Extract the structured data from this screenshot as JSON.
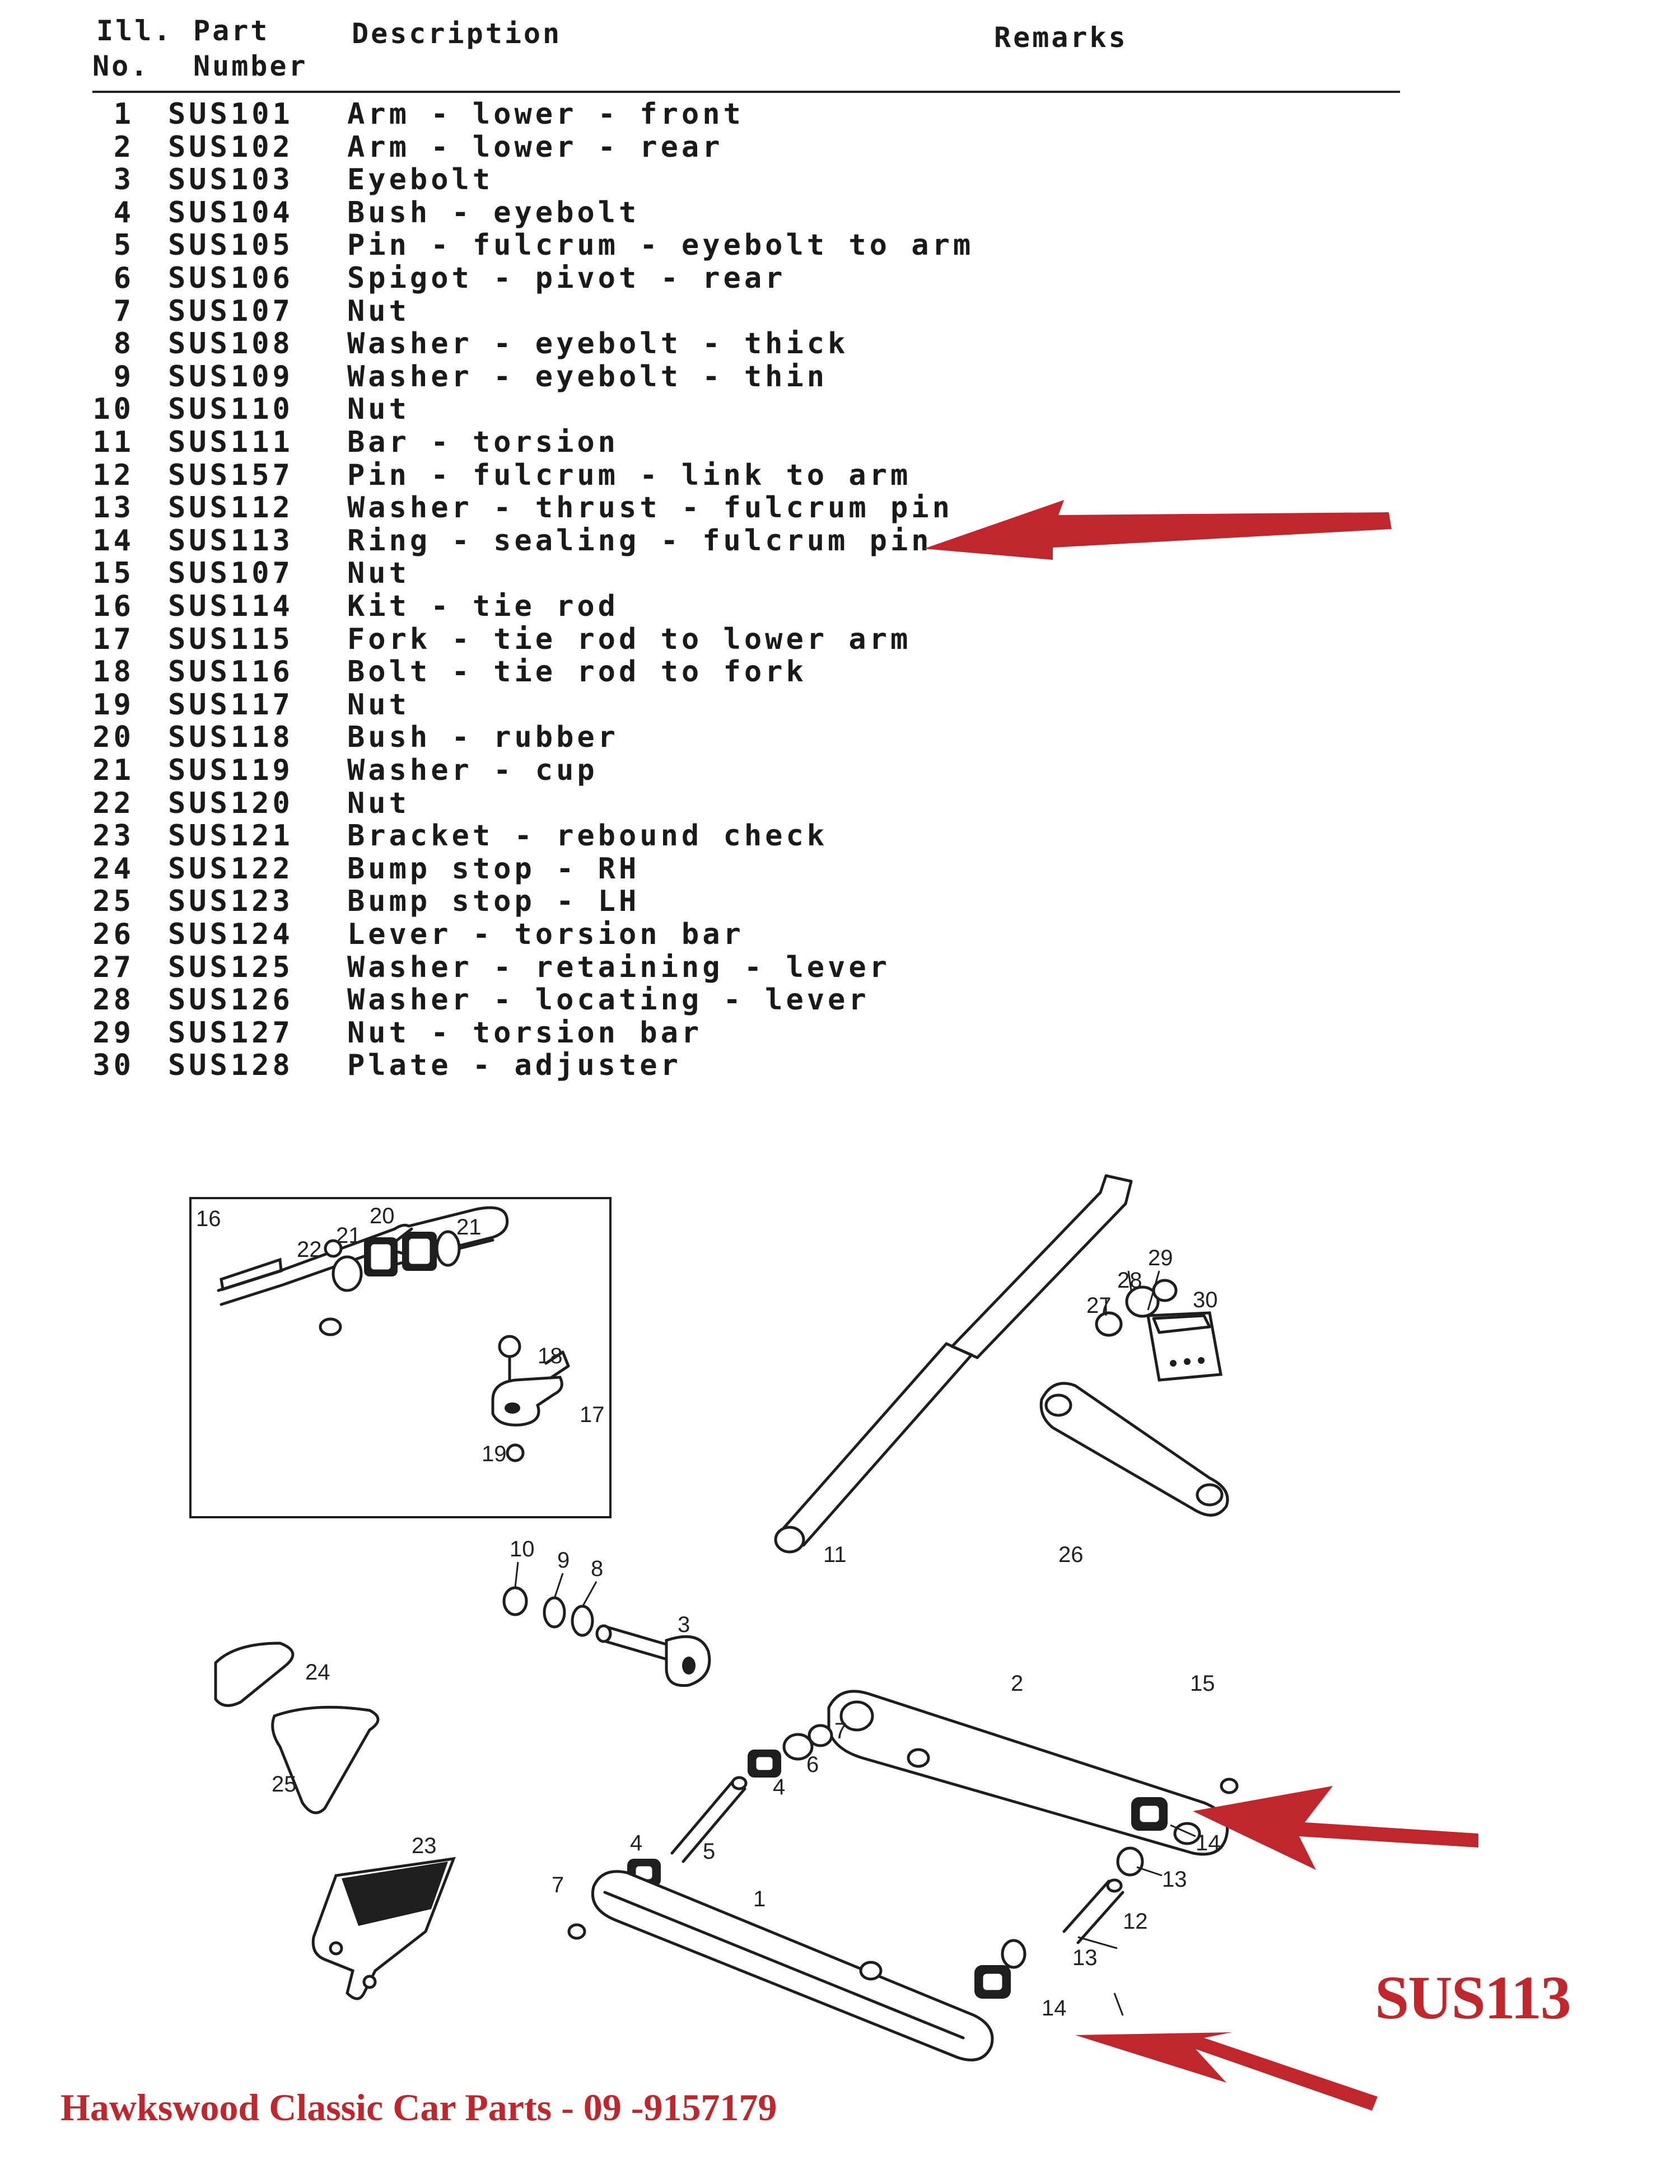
{
  "header": {
    "ill": "Ill.",
    "no": "No.",
    "part": "Part",
    "number": "Number",
    "description": "Description",
    "remarks": "Remarks"
  },
  "parts": [
    {
      "no": "1",
      "part": "SUS101",
      "desc": "Arm - lower - front"
    },
    {
      "no": "2",
      "part": "SUS102",
      "desc": "Arm - lower - rear"
    },
    {
      "no": "3",
      "part": "SUS103",
      "desc": "Eyebolt"
    },
    {
      "no": "4",
      "part": "SUS104",
      "desc": "Bush - eyebolt"
    },
    {
      "no": "5",
      "part": "SUS105",
      "desc": "Pin - fulcrum - eyebolt to arm"
    },
    {
      "no": "6",
      "part": "SUS106",
      "desc": "Spigot - pivot - rear"
    },
    {
      "no": "7",
      "part": "SUS107",
      "desc": "Nut"
    },
    {
      "no": "8",
      "part": "SUS108",
      "desc": "Washer - eyebolt - thick"
    },
    {
      "no": "9",
      "part": "SUS109",
      "desc": "Washer - eyebolt - thin"
    },
    {
      "no": "10",
      "part": "SUS110",
      "desc": "Nut"
    },
    {
      "no": "11",
      "part": "SUS111",
      "desc": "Bar - torsion"
    },
    {
      "no": "12",
      "part": "SUS157",
      "desc": "Pin - fulcrum - link to arm"
    },
    {
      "no": "13",
      "part": "SUS112",
      "desc": "Washer - thrust - fulcrum pin"
    },
    {
      "no": "14",
      "part": "SUS113",
      "desc": "Ring - sealing - fulcrum pin"
    },
    {
      "no": "15",
      "part": "SUS107",
      "desc": "Nut"
    },
    {
      "no": "16",
      "part": "SUS114",
      "desc": "Kit - tie rod"
    },
    {
      "no": "17",
      "part": "SUS115",
      "desc": "Fork - tie rod to lower arm"
    },
    {
      "no": "18",
      "part": "SUS116",
      "desc": "Bolt - tie rod to fork"
    },
    {
      "no": "19",
      "part": "SUS117",
      "desc": "Nut"
    },
    {
      "no": "20",
      "part": "SUS118",
      "desc": "Bush - rubber"
    },
    {
      "no": "21",
      "part": "SUS119",
      "desc": "Washer - cup"
    },
    {
      "no": "22",
      "part": "SUS120",
      "desc": "Nut"
    },
    {
      "no": "23",
      "part": "SUS121",
      "desc": "Bracket - rebound check"
    },
    {
      "no": "24",
      "part": "SUS122",
      "desc": "Bump stop - RH"
    },
    {
      "no": "25",
      "part": "SUS123",
      "desc": "Bump stop - LH"
    },
    {
      "no": "26",
      "part": "SUS124",
      "desc": "Lever - torsion bar"
    },
    {
      "no": "27",
      "part": "SUS125",
      "desc": "Washer - retaining - lever"
    },
    {
      "no": "28",
      "part": "SUS126",
      "desc": "Washer - locating - lever"
    },
    {
      "no": "29",
      "part": "SUS127",
      "desc": "Nut - torsion bar"
    },
    {
      "no": "30",
      "part": "SUS128",
      "desc": "Plate - adjuster"
    }
  ],
  "diagram_labels": {
    "l16": "16",
    "l20": "20",
    "l21a": "21",
    "l21b": "21",
    "l22": "22",
    "l18": "18",
    "l17": "17",
    "l19": "19",
    "l29": "29",
    "l28": "28",
    "l27": "27",
    "l30": "30",
    "l11": "11",
    "l26": "26",
    "l10": "10",
    "l9": "9",
    "l8": "8",
    "l3": "3",
    "l24": "24",
    "l25": "25",
    "l7a": "7",
    "l6": "6",
    "l4a": "4",
    "l2": "2",
    "l15": "15",
    "l4b": "4",
    "l5": "5",
    "l7b": "7",
    "l1": "1",
    "l23": "23",
    "l14a": "14",
    "l13a": "13",
    "l12": "12",
    "l13b": "13",
    "l14b": "14"
  },
  "highlight_code": "SUS113",
  "footer": "Hawkswood Classic Car Parts - 09 -9157179",
  "colors": {
    "accent": "#c0272d",
    "ink": "#1a1a1a",
    "paper": "#ffffff"
  }
}
